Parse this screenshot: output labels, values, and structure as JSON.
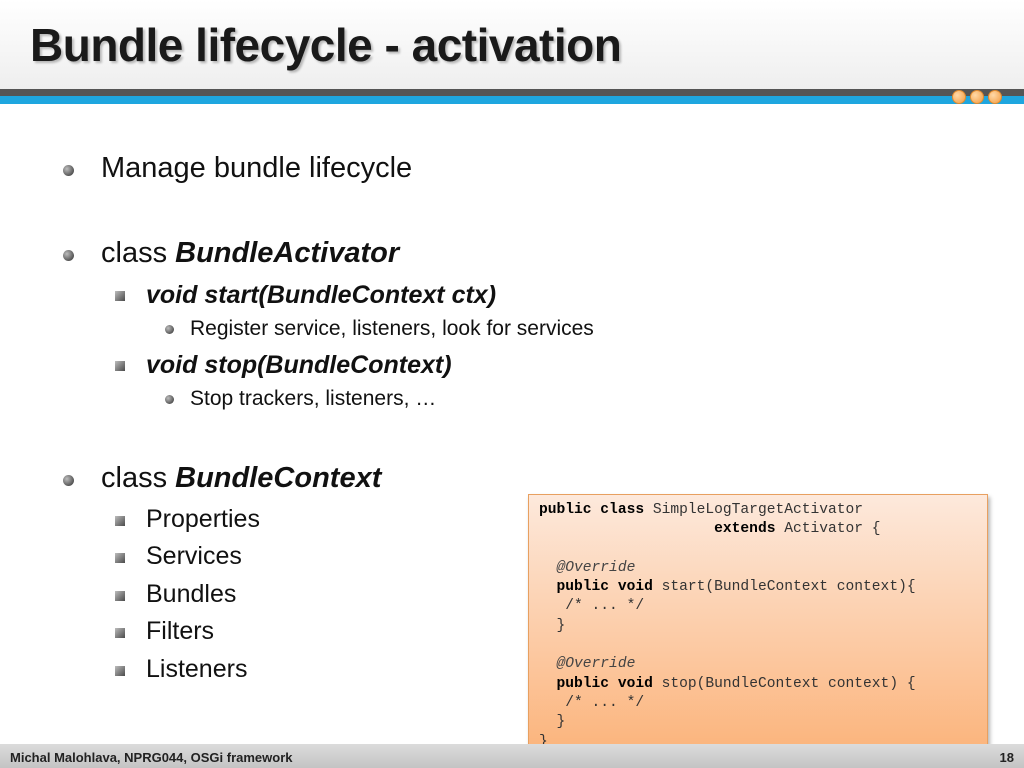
{
  "slide": {
    "title": "Bundle lifecycle - activation"
  },
  "bullets": {
    "manage": "Manage bundle lifecycle",
    "class_prefix": "class ",
    "activator_name": "BundleActivator",
    "start_sig": "void start(BundleContext ctx)",
    "start_desc": "Register service, listeners, look for services",
    "stop_sig": "void stop(BundleContext)",
    "stop_desc": "Stop trackers, listeners, …",
    "context_name": "BundleContext",
    "context_items": [
      "Properties",
      "Services",
      "Bundles",
      "Filters",
      "Listeners"
    ]
  },
  "code": {
    "kw_public_class": "public class",
    "class_name": " SimpleLogTargetActivator",
    "indent_extends": "                    ",
    "kw_extends": "extends",
    "base": " Activator {",
    "indent1": "  ",
    "override": "@Override",
    "kw_public_void": "public void",
    "start_method": " start(BundleContext context){",
    "body": "   /* ... */",
    "close_brace": "  }",
    "stop_method": " stop(BundleContext context) {",
    "class_close": "}"
  },
  "footer": {
    "text": "Michal Malohlava, NPRG044, OSGi framework",
    "page": "18"
  },
  "colors": {
    "accent_blue": "#1ea6df",
    "band_dark": "#555555",
    "code_box_top": "#fde9dc",
    "code_box_bottom": "#fbb37a"
  }
}
